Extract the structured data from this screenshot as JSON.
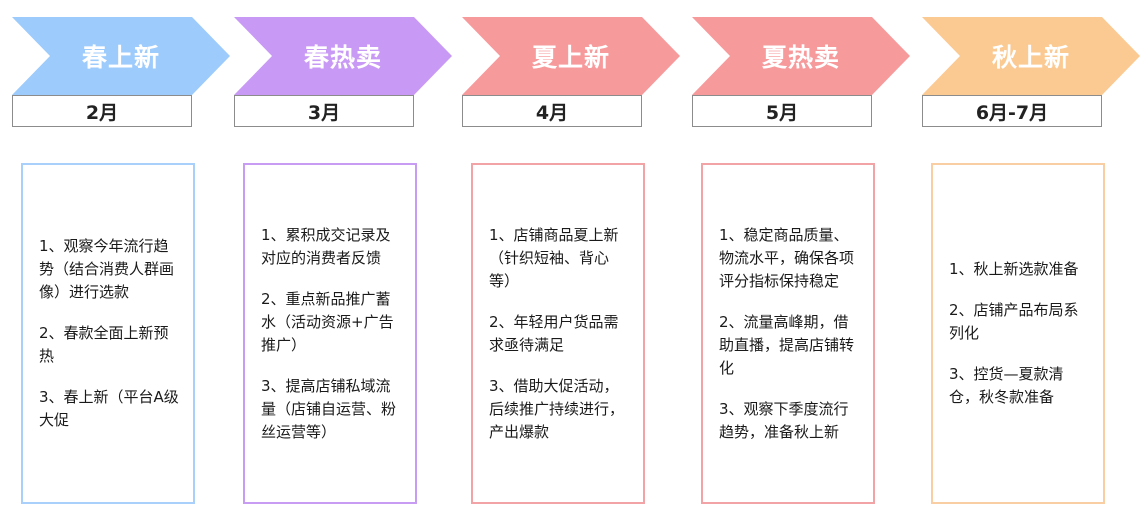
{
  "stages": [
    {
      "title": "春上新",
      "month": "2月",
      "color": "#9dcbfb",
      "border": "#a8d0fa",
      "items": [
        "1、观察今年流行趋势（结合消费人群画像）进行选款",
        "2、春款全面上新预热",
        "3、春上新（平台A级大促"
      ]
    },
    {
      "title": "春热卖",
      "month": "3月",
      "color": "#c99af5",
      "border": "#c79cf2",
      "items": [
        "1、累积成交记录及对应的消费者反馈",
        "2、重点新品推广蓄水（活动资源+广告推广）",
        "3、提高店铺私域流量（店铺自运营、粉丝运营等）"
      ]
    },
    {
      "title": "夏上新",
      "month": "4月",
      "color": "#f79a9c",
      "border": "#f2a3a5",
      "items": [
        "1、店铺商品夏上新（针织短袖、背心等）",
        "2、年轻用户货品需求亟待满足",
        "3、借助大促活动，后续推广持续进行，产出爆款"
      ]
    },
    {
      "title": "夏热卖",
      "month": "5月",
      "color": "#f79a9c",
      "border": "#f2a3a5",
      "items": [
        "1、稳定商品质量、物流水平，确保各项评分指标保持稳定",
        "2、流量高峰期，借助直播，提高店铺转化",
        "3、观察下季度流行趋势，准备秋上新"
      ]
    },
    {
      "title": "秋上新",
      "month": "6月-7月",
      "color": "#fbc992",
      "border": "#f8cea2",
      "items": [
        "1、秋上新选款准备",
        "2、店铺产品布局系列化",
        "3、控货—夏款清仓，秋冬款准备"
      ]
    }
  ]
}
